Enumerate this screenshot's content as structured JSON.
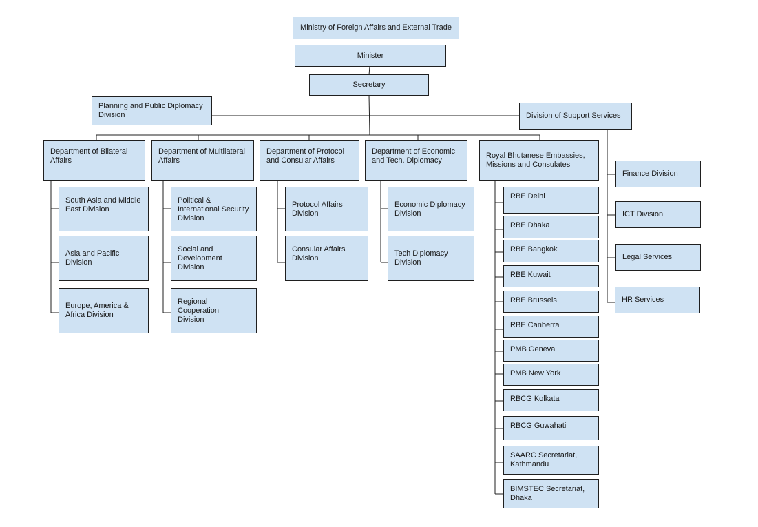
{
  "diagram": {
    "type": "org-chart",
    "ministry": "Ministry of Foreign Affairs and External Trade",
    "minister": "Minister",
    "secretary": "Secretary",
    "planning_division": "Planning and Public Diplomacy\nDivision",
    "support_services": {
      "label": "Division of Support Services",
      "children": [
        "Finance Division",
        "ICT Division",
        "Legal Services",
        "HR Services"
      ]
    },
    "departments": [
      {
        "label": "Department of Bilateral\nAffairs",
        "children": [
          "South Asia and Middle\nEast Division",
          "Asia and Pacific\nDivision",
          "Europe, America &\nAfrica Division"
        ]
      },
      {
        "label": "Department of Multilateral\nAffairs",
        "children": [
          "Political &\nInternational Security\nDivision",
          "Social and\nDevelopment Division",
          "Regional Cooperation\nDivision"
        ]
      },
      {
        "label": "Department of Protocol\nand Consular Affairs",
        "children": [
          "Protocol Affairs\nDivision",
          "Consular Affairs\nDivision"
        ]
      },
      {
        "label": "Department of Economic\nand Tech. Diplomacy",
        "children": [
          "Economic Diplomacy\nDivision",
          "Tech Diplomacy\nDivision"
        ]
      },
      {
        "label": "Royal Bhutanese Embassies,\nMissions and Consulates",
        "children": [
          "RBE Delhi",
          "RBE Dhaka",
          "RBE Bangkok",
          "RBE Kuwait",
          "RBE Brussels",
          "RBE Canberra",
          "PMB Geneva",
          "PMB New York",
          "RBCG Kolkata",
          "RBCG Guwahati",
          "SAARC Secretariat,\nKathmandu",
          "BIMSTEC Secretariat,\nDhaka"
        ]
      }
    ],
    "colors": {
      "box_fill": "#cfe2f3",
      "border": "#1f1f1f",
      "text": "#1a1a1a"
    }
  }
}
